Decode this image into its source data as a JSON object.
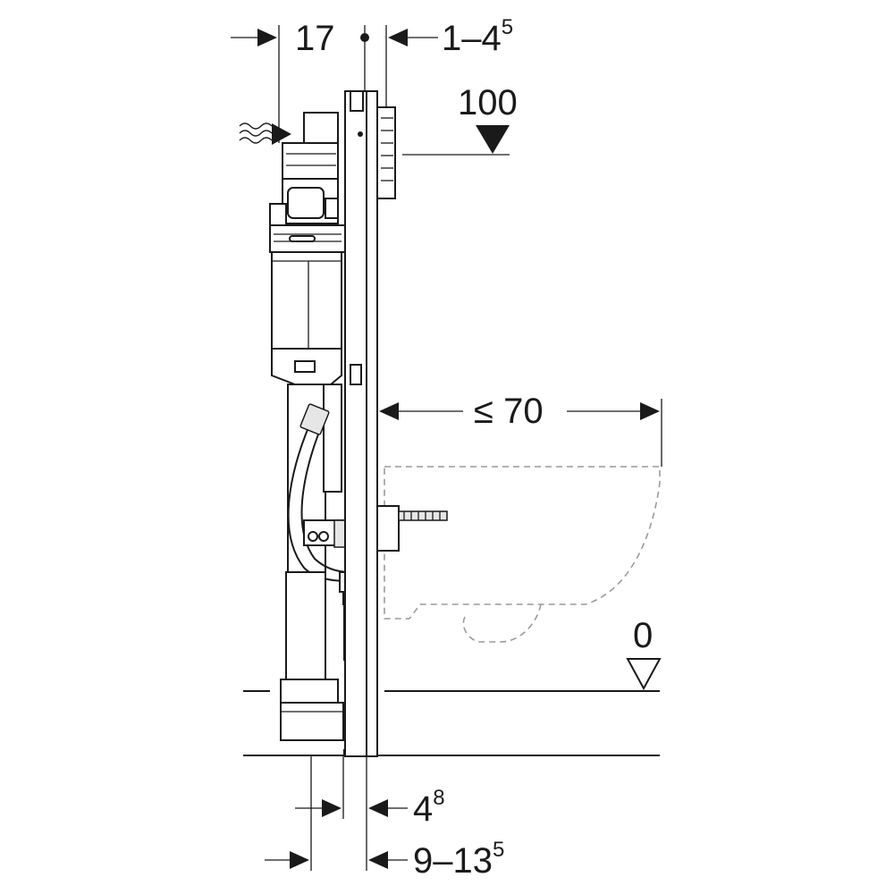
{
  "dimensions": {
    "frame_depth": "17",
    "adjustment": {
      "base": "1–4",
      "sup": "5"
    },
    "top_level": "100",
    "projection": "≤ 70",
    "floor_level": "0",
    "pipe_offset": {
      "base": "4",
      "sup": "8"
    },
    "wall_offset": {
      "base": "9–13",
      "sup": "5"
    }
  },
  "colors": {
    "line": "#1a1a1a",
    "hidden_line": "#9a9a9a",
    "fill": "#e6e6e6"
  }
}
